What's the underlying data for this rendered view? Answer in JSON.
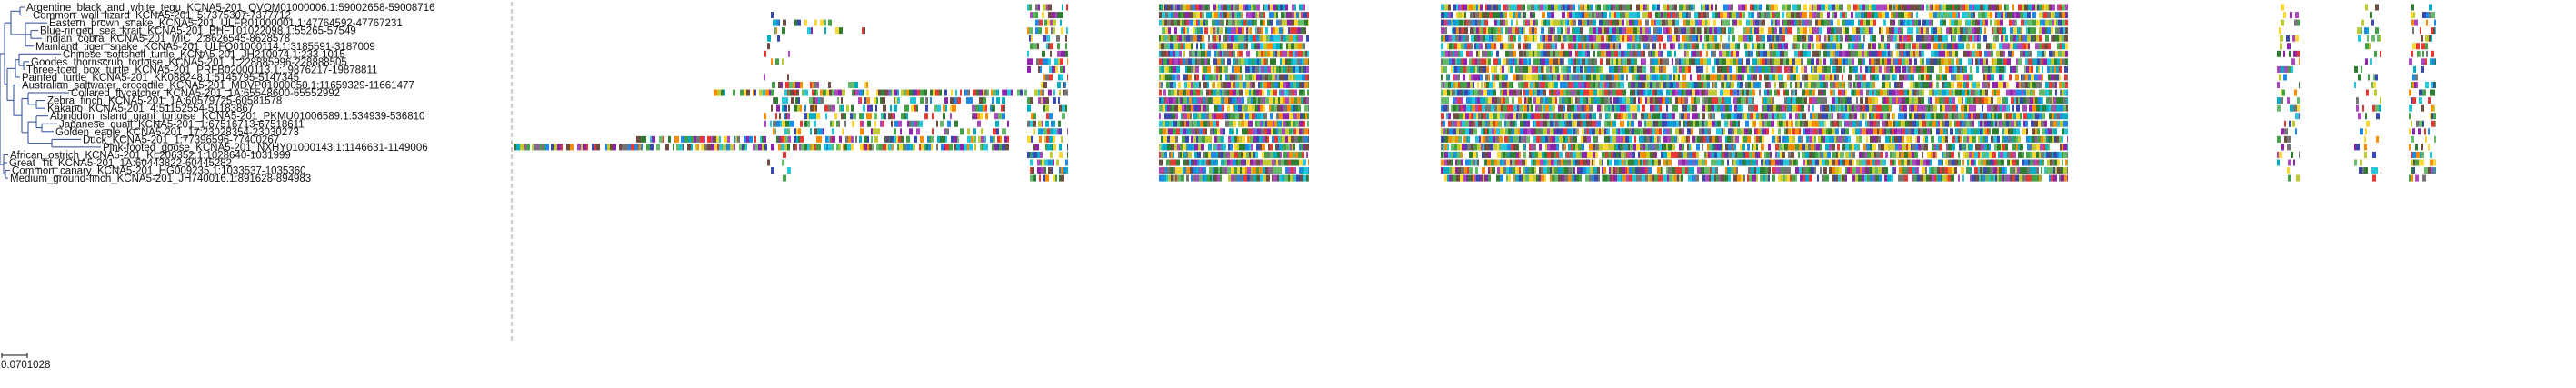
{
  "tree": {
    "scale_bar_label": "0.0701028",
    "leaves": [
      "Argentine_black_and_white_tegu_KCNA5-201_QVOM01000006.1:59002658-59008716",
      "Common_wall_lizard_KCNA5-201_5:7375307-7377712",
      "Eastern_brown_snake_KCNA5-201_ULFR01000001.1:47764592-47767231",
      "Blue-ringed_sea_krait_KCNA5-201_BHFT01022098.1:55265-57549",
      "Indian_cobra_KCNA5-201_MIC_2:8626545-8628578",
      "Mainland_tiger_snake_KCNA5-201_ULFQ01000114.1:3185591-3187009",
      "Chinese_softshell_turtle_KCNA5-201_JH210074.1:233-1015",
      "Goodes_thornscrub_tortoise_KCNA5-201_1:228885996-228888505",
      "Three-toed_box_turtle_KCNA5-201_PRFB02000113.1:19876217-19878811",
      "Painted_turtle_KCNA5-201_KK088248.1:5145795-5147345",
      "Australian_saltwater_crocodile_KCNA5-201_MDVP01000050.1:11659329-11661477",
      "Collared_flycatcher_KCNA5-201_1A:65548600-65552992",
      "Zebra_finch_KCNA5-201_1A:60579725-60581578",
      "Kakapo_KCNA5-201_4:51152554-51183867",
      "Abingdon_island_giant_tortoise_KCNA5-201_PKMU01006589.1:534939-536810",
      "Japanese_quail_KCNA5-201_1:67516713-67518611",
      "Golden_eagle_KCNA5-201_17:23028354-23030273",
      "Duck_KCNA5-201_1:77396596-77400267",
      "Pink-footed_goose_KCNA5-201_NXHY01000143.1:1146631-1149006",
      "African_ostrich_KCNA5-201_KL206352.1:1028640-1031999",
      "Great_Tit_KCNA5-201_1A:60443822-60445282",
      "Common_canary_KCNA5-201_HG009235.1:1033537-1035360",
      "Medium_ground-finch_KCNA5-201_JH740016.1:891628-894983"
    ]
  },
  "alignment": {
    "colors": [
      "#2e7d32",
      "#1e88e5",
      "#fb8c00",
      "#e53935",
      "#8e24aa",
      "#43a047",
      "#00acc1",
      "#fdd835",
      "#6d4c41",
      "#3949ab",
      "#26c6da",
      "#c0ca33",
      "#757575",
      "#ab47bc",
      "#66bb6a"
    ],
    "gap_color": "#ffffff"
  },
  "colors": {
    "branch": "#2a4a9a",
    "label": "#111111",
    "divider": "#a9a9a9",
    "background": "#ffffff"
  }
}
